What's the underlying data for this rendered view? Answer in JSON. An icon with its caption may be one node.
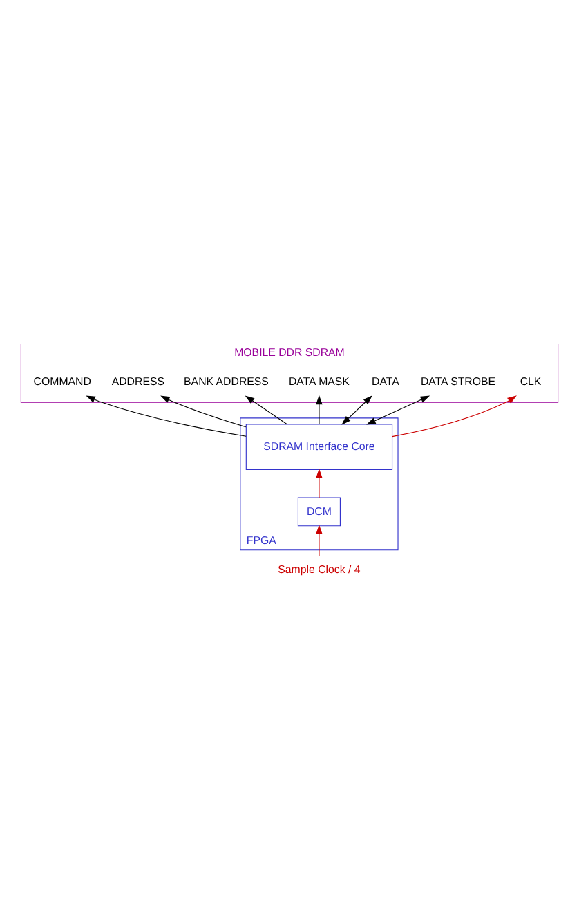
{
  "diagram": {
    "nodes": [
      {
        "text": [
          "MOBILE DDR SDRAM"
        ]
      },
      {
        "text": [
          "COMMAND"
        ],
        "in": 0
      },
      {
        "text": [
          "ADDRESS"
        ],
        "in": 0
      },
      {
        "text": [
          "BANK ADDRESS"
        ],
        "in": 0
      },
      {
        "text": [
          "DATA MASK"
        ],
        "in": 0
      },
      {
        "text": [
          "DATA"
        ],
        "in": 0
      },
      {
        "text": [
          "DATA STROBE"
        ],
        "in": 0
      },
      {
        "text": [
          "CLK"
        ],
        "in": 0
      },
      {
        "text": [
          "FPGA"
        ]
      },
      {
        "text": [
          "SDRAM Interface Core"
        ],
        "in": 8
      },
      {
        "text": [
          "DCM"
        ],
        "in": 8
      },
      {
        "text": [
          "Sample Clock / 4"
        ]
      }
    ],
    "edges": [
      {
        "from": 9,
        "to": 1,
        "arrow": "to"
      },
      {
        "from": 9,
        "to": 2,
        "arrow": "to"
      },
      {
        "from": 9,
        "to": 3,
        "arrow": "to"
      },
      {
        "from": 9,
        "to": 4,
        "arrow": "to"
      },
      {
        "from": 9,
        "to": 5,
        "arrow": "both"
      },
      {
        "from": 9,
        "to": 6,
        "arrow": "both"
      },
      {
        "from": 9,
        "to": 7,
        "arrow": "to",
        "color": "#cc0000"
      },
      {
        "from": 10,
        "to": 9,
        "arrow": "to",
        "color": "#cc0000"
      },
      {
        "from": 11,
        "to": 10,
        "arrow": "to",
        "color": "#cc0000"
      }
    ]
  }
}
